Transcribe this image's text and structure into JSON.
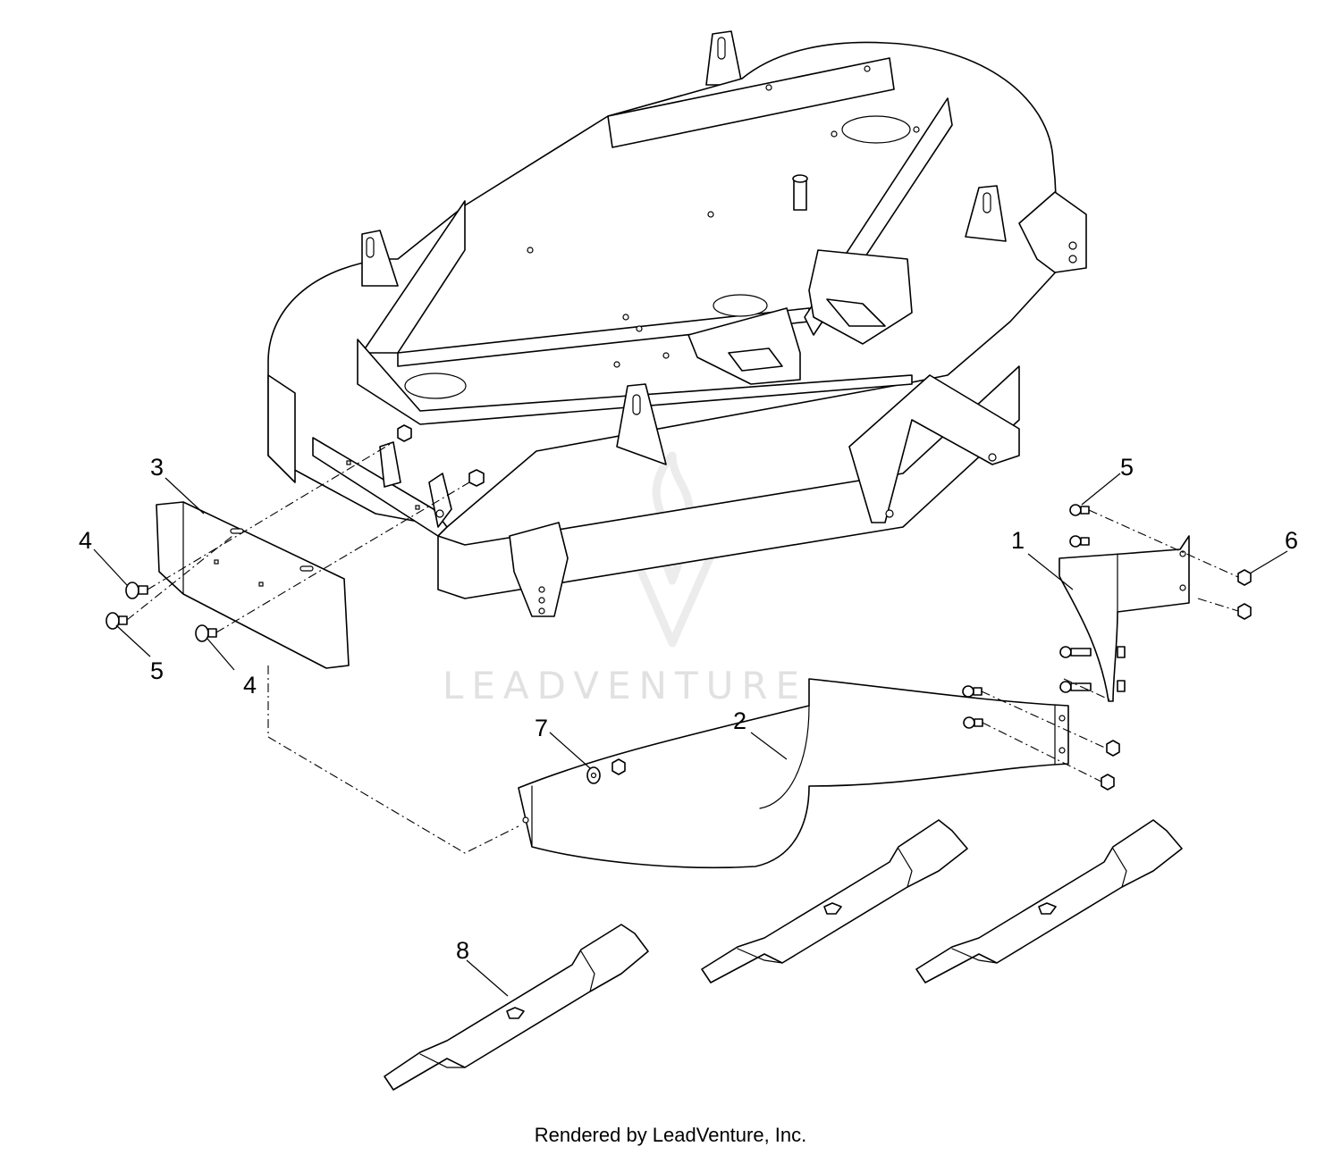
{
  "watermark": {
    "text": "LEADVENTURE"
  },
  "footer": {
    "text": "Rendered by LeadVenture, Inc."
  },
  "callouts": {
    "c1": "1",
    "c2": "2",
    "c3": "3",
    "c4a": "4",
    "c4b": "4",
    "c5a": "5",
    "c5b": "5",
    "c6": "6",
    "c7": "7",
    "c8": "8"
  },
  "colors": {
    "line": "#000000",
    "watermark": "#e1e1e1"
  }
}
